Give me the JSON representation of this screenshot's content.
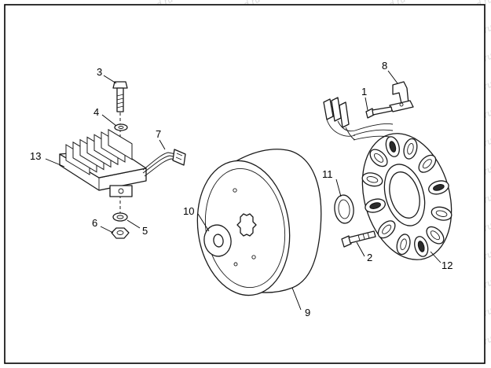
{
  "watermark": "motod.ru",
  "callouts": [
    {
      "id": "c1",
      "label": "1"
    },
    {
      "id": "c2",
      "label": "2"
    },
    {
      "id": "c3",
      "label": "3"
    },
    {
      "id": "c4",
      "label": "4"
    },
    {
      "id": "c5",
      "label": "5"
    },
    {
      "id": "c6",
      "label": "6"
    },
    {
      "id": "c7",
      "label": "7"
    },
    {
      "id": "c8",
      "label": "8"
    },
    {
      "id": "c9",
      "label": "9"
    },
    {
      "id": "c10",
      "label": "10"
    },
    {
      "id": "c11",
      "label": "11"
    },
    {
      "id": "c12",
      "label": "12"
    },
    {
      "id": "c13",
      "label": "13"
    }
  ]
}
